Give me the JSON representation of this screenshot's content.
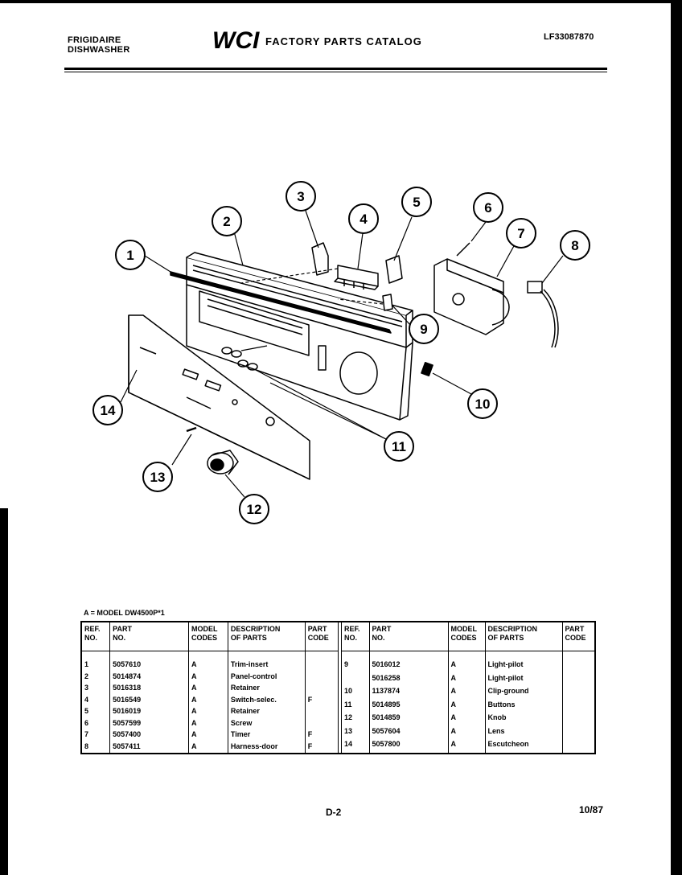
{
  "header": {
    "brand_line1": "FRIGIDAIRE",
    "brand_line2": "DISHWASHER",
    "logo_text": "WCI",
    "catalog_title": "FACTORY PARTS CATALOG",
    "catalog_code": "LF33087870"
  },
  "callouts": [
    "1",
    "2",
    "3",
    "4",
    "5",
    "6",
    "7",
    "8",
    "9",
    "10",
    "11",
    "12",
    "13",
    "14"
  ],
  "model_note": "A = MODEL DW4500P*1",
  "table": {
    "headers": {
      "ref": [
        "REF.",
        "NO."
      ],
      "part": [
        "PART",
        "NO."
      ],
      "model": [
        "MODEL",
        "CODES"
      ],
      "desc": [
        "DESCRIPTION",
        "OF PARTS"
      ],
      "code": [
        "PART",
        "CODE"
      ]
    },
    "left_rows": [
      {
        "ref": "1",
        "part": "5057610",
        "model": "A",
        "desc": "Trim-insert",
        "code": ""
      },
      {
        "ref": "2",
        "part": "5014874",
        "model": "A",
        "desc": "Panel-control",
        "code": ""
      },
      {
        "ref": "3",
        "part": "5016318",
        "model": "A",
        "desc": "Retainer",
        "code": ""
      },
      {
        "ref": "4",
        "part": "5016549",
        "model": "A",
        "desc": "Switch-selec.",
        "code": "F"
      },
      {
        "ref": "5",
        "part": "5016019",
        "model": "A",
        "desc": "Retainer",
        "code": ""
      },
      {
        "ref": "6",
        "part": "5057599",
        "model": "A",
        "desc": "Screw",
        "code": ""
      },
      {
        "ref": "7",
        "part": "5057400",
        "model": "A",
        "desc": "Timer",
        "code": "F"
      },
      {
        "ref": "8",
        "part": "5057411",
        "model": "A",
        "desc": "Harness-door",
        "code": "F"
      }
    ],
    "right_rows": [
      {
        "ref": "9",
        "part": "5016012",
        "model": "A",
        "desc": "Light-pilot",
        "code": ""
      },
      {
        "ref": "",
        "part": "5016258",
        "model": "A",
        "desc": "Light-pilot",
        "code": ""
      },
      {
        "ref": "10",
        "part": "1137874",
        "model": "A",
        "desc": "Clip-ground",
        "code": ""
      },
      {
        "ref": "11",
        "part": "5014895",
        "model": "A",
        "desc": "Buttons",
        "code": ""
      },
      {
        "ref": "12",
        "part": "5014859",
        "model": "A",
        "desc": "Knob",
        "code": ""
      },
      {
        "ref": "13",
        "part": "5057604",
        "model": "A",
        "desc": "Lens",
        "code": ""
      },
      {
        "ref": "14",
        "part": "5057800",
        "model": "A",
        "desc": "Escutcheon",
        "code": ""
      }
    ]
  },
  "footer": {
    "page": "D-2",
    "date": "10/87"
  }
}
